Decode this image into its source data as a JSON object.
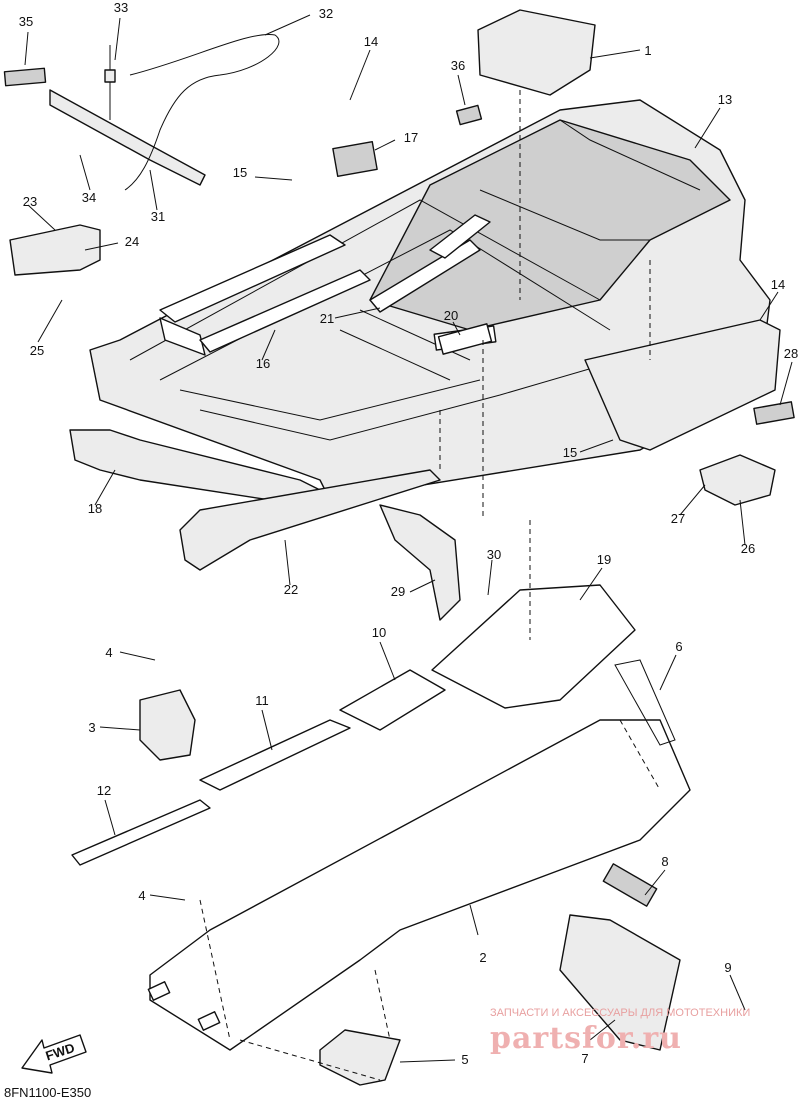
{
  "diagram": {
    "code": "8FN1100-E350",
    "fwd_label": "FWD",
    "watermark_line1": "ЗАПЧАСТИ И АКСЕССУАРЫ ДЛЯ МОТОТЕХНИКИ",
    "watermark_brand": "partsfor.ru",
    "callouts": [
      "1",
      "2",
      "3",
      "4",
      "4",
      "5",
      "6",
      "7",
      "8",
      "9",
      "10",
      "11",
      "12",
      "13",
      "14",
      "14",
      "15",
      "15",
      "16",
      "17",
      "18",
      "19",
      "20",
      "21",
      "22",
      "23",
      "24",
      "25",
      "26",
      "27",
      "28",
      "29",
      "30",
      "31",
      "32",
      "33",
      "34",
      "35",
      "36"
    ]
  }
}
